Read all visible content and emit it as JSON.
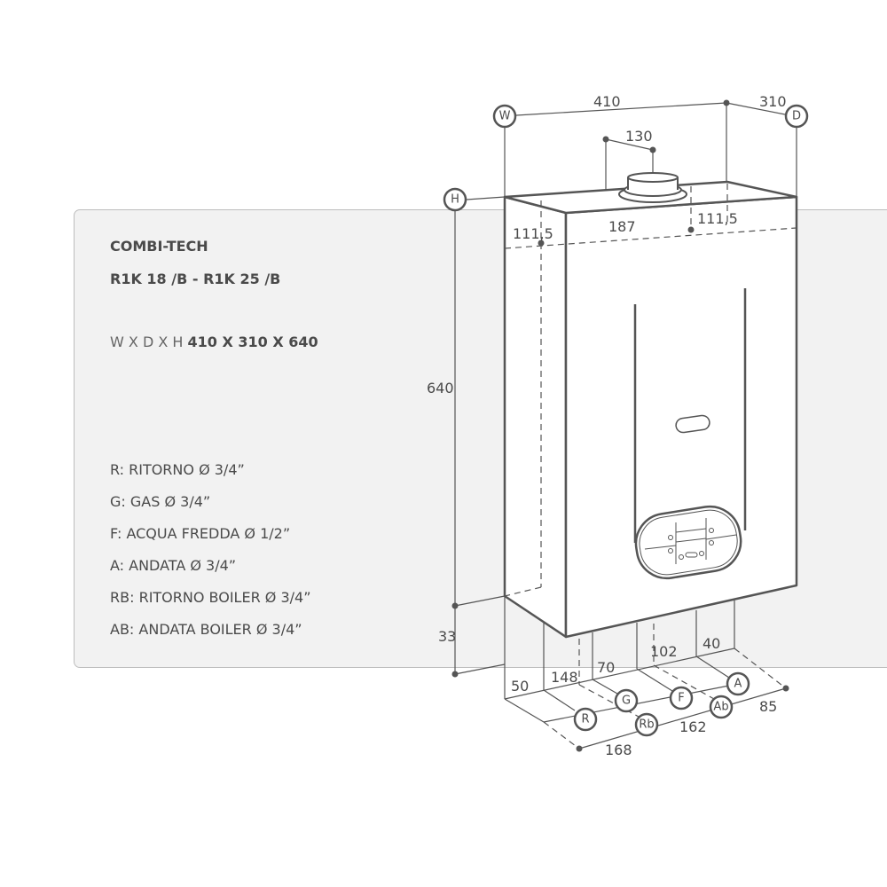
{
  "product": {
    "brand_line": "COMBI-TECH",
    "models": "R1K 18 /B - R1K 25 /B",
    "dims_prefix": "W X D X H",
    "dims_value": "410 X 310 X 640"
  },
  "legend": [
    "R: RITORNO Ø 3/4”",
    "G: GAS Ø 3/4”",
    "F: ACQUA FREDDA Ø 1/2”",
    "A: ANDATA Ø 3/4”",
    "RB: RITORNO BOILER Ø 3/4”",
    "AB: ANDATA BOILER Ø 3/4”"
  ],
  "markers": {
    "W": "W",
    "D": "D",
    "H": "H",
    "R": "R",
    "G": "G",
    "F": "F",
    "A": "A",
    "Rb": "Rb",
    "Ab": "Ab"
  },
  "dimensions": {
    "width": "410",
    "depth": "310",
    "flue": "130",
    "height": "640",
    "bottom_clearance": "33",
    "top_left": "111,5",
    "top_mid": "187",
    "top_right": "111,5",
    "b50": "50",
    "b148": "148",
    "b70": "70",
    "b102": "102",
    "b40": "40",
    "b85": "85",
    "b162": "162",
    "b168": "168"
  },
  "colors": {
    "line": "#555555",
    "panel_bg": "#f2f2f2"
  }
}
